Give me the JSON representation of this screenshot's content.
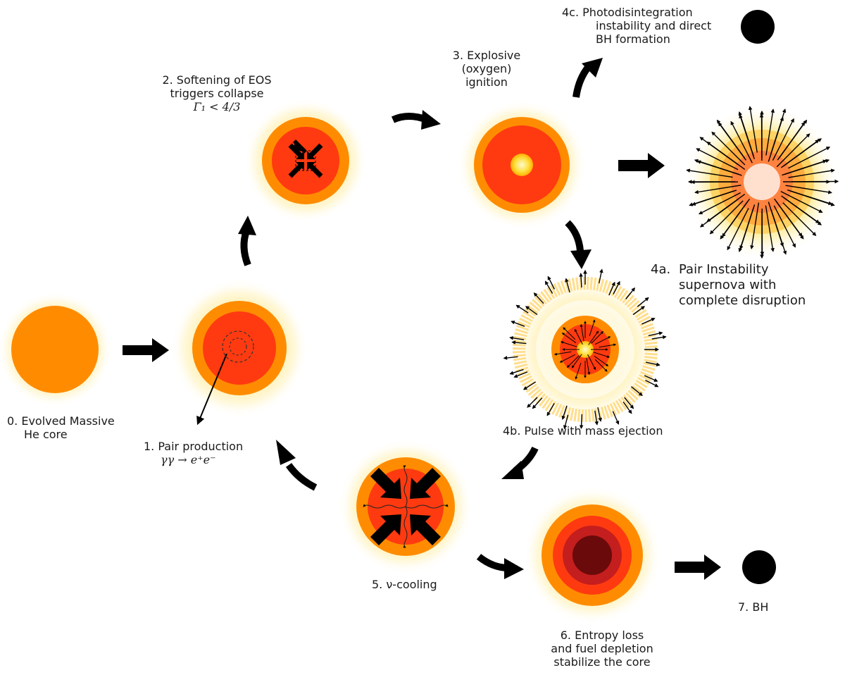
{
  "stages": {
    "s0": {
      "line1": "0. Evolved Massive",
      "line2": "He core"
    },
    "s1": {
      "line1": "1. Pair production",
      "formula": "γγ → e⁺e⁻"
    },
    "s2": {
      "line1": "2. Softening of EOS",
      "line2": "triggers collapse",
      "formula": "Γ₁ < 4/3"
    },
    "s3": {
      "line1": "3. Explosive",
      "line2": "(oxygen)",
      "line3": "ignition"
    },
    "s4a": {
      "line1": "4a.",
      "line2": "Pair Instability",
      "line3": "supernova with",
      "line4": "complete disruption"
    },
    "s4b": {
      "line1": "4b. Pulse with mass ejection"
    },
    "s4c": {
      "line1": "4c. Photodisintegration",
      "line2": "instability and direct",
      "line3": "BH formation"
    },
    "s5": {
      "line1": "5. ν-cooling"
    },
    "s6": {
      "line1": "6. Entropy loss",
      "line2": "and fuel depletion",
      "line3": "stabilize the core"
    },
    "s7": {
      "line1": "7. BH"
    }
  },
  "colors": {
    "glow": "#fff3c0",
    "envelope": "#ff8c00",
    "core": "#ff3a10",
    "inner_core": "#c41e1e",
    "dense_core": "#6b0a0a",
    "ignition": "#ffe040",
    "black_hole": "#000000",
    "arrow": "#000000"
  }
}
